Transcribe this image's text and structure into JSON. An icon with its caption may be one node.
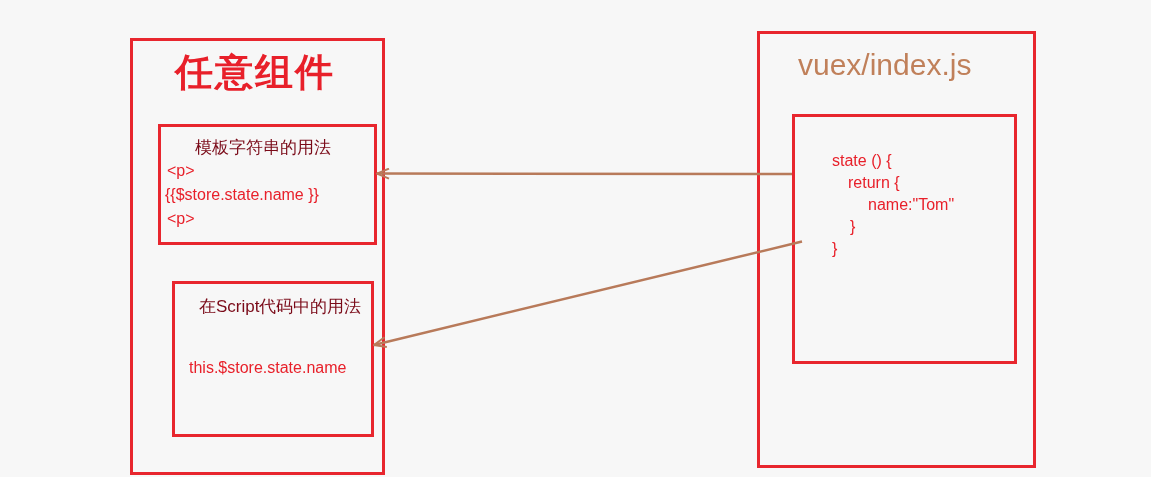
{
  "diagram": {
    "nodes": [
      {
        "text": [
          "任意组件"
        ]
      },
      {
        "text": [
          "模板字符串的用法",
          "<p>",
          "{{$store.state.name }}",
          "<p>"
        ],
        "in": 0
      },
      {
        "text": [
          "在Script代码中的用法",
          "this.$store.state.name"
        ],
        "in": 0
      },
      {
        "text": [
          "vuex/index.js"
        ]
      },
      {
        "text": [
          "state () {",
          "return {",
          "name:\"Tom\"",
          "}",
          "}"
        ],
        "in": 3
      }
    ],
    "edges": [
      {
        "from": 4,
        "to": 1,
        "arrow": "to"
      },
      {
        "from": 4,
        "to": 2,
        "arrow": "to"
      }
    ]
  }
}
